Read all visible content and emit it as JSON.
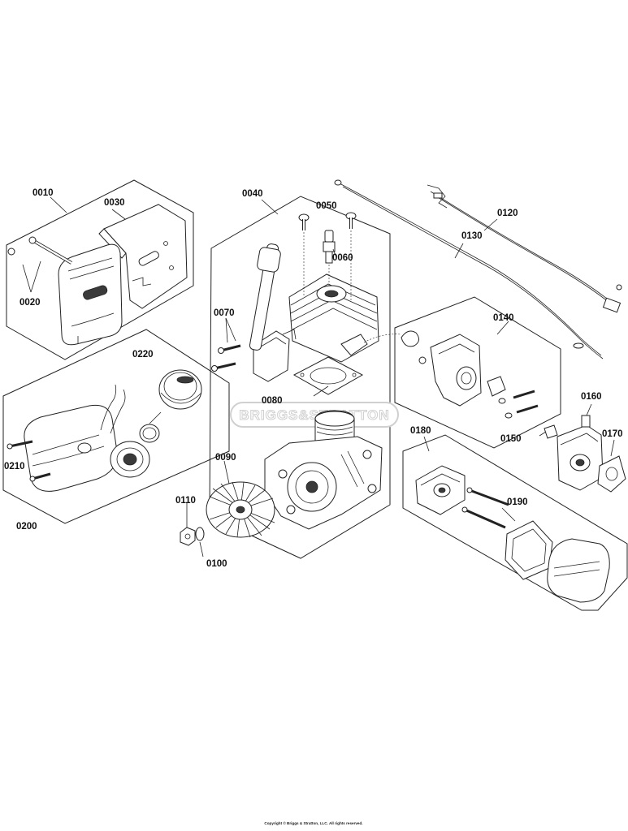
{
  "diagram": {
    "part_labels": {
      "p0010": "0010",
      "p0020": "0020",
      "p0030": "0030",
      "p0040": "0040",
      "p0050": "0050",
      "p0060": "0060",
      "p0070": "0070",
      "p0080": "0080",
      "p0090": "0090",
      "p0100": "0100",
      "p0110": "0110",
      "p0120": "0120",
      "p0130": "0130",
      "p0140": "0140",
      "p0150": "0150",
      "p0160": "0160",
      "p0170": "0170",
      "p0180": "0180",
      "p0190": "0190",
      "p0200": "0200",
      "p0210": "0210",
      "p0220": "0220"
    },
    "watermark": "BRIGGS&STRATTON",
    "copyright": "Copyright © Briggs & Stratton, LLC. All rights reserved."
  }
}
